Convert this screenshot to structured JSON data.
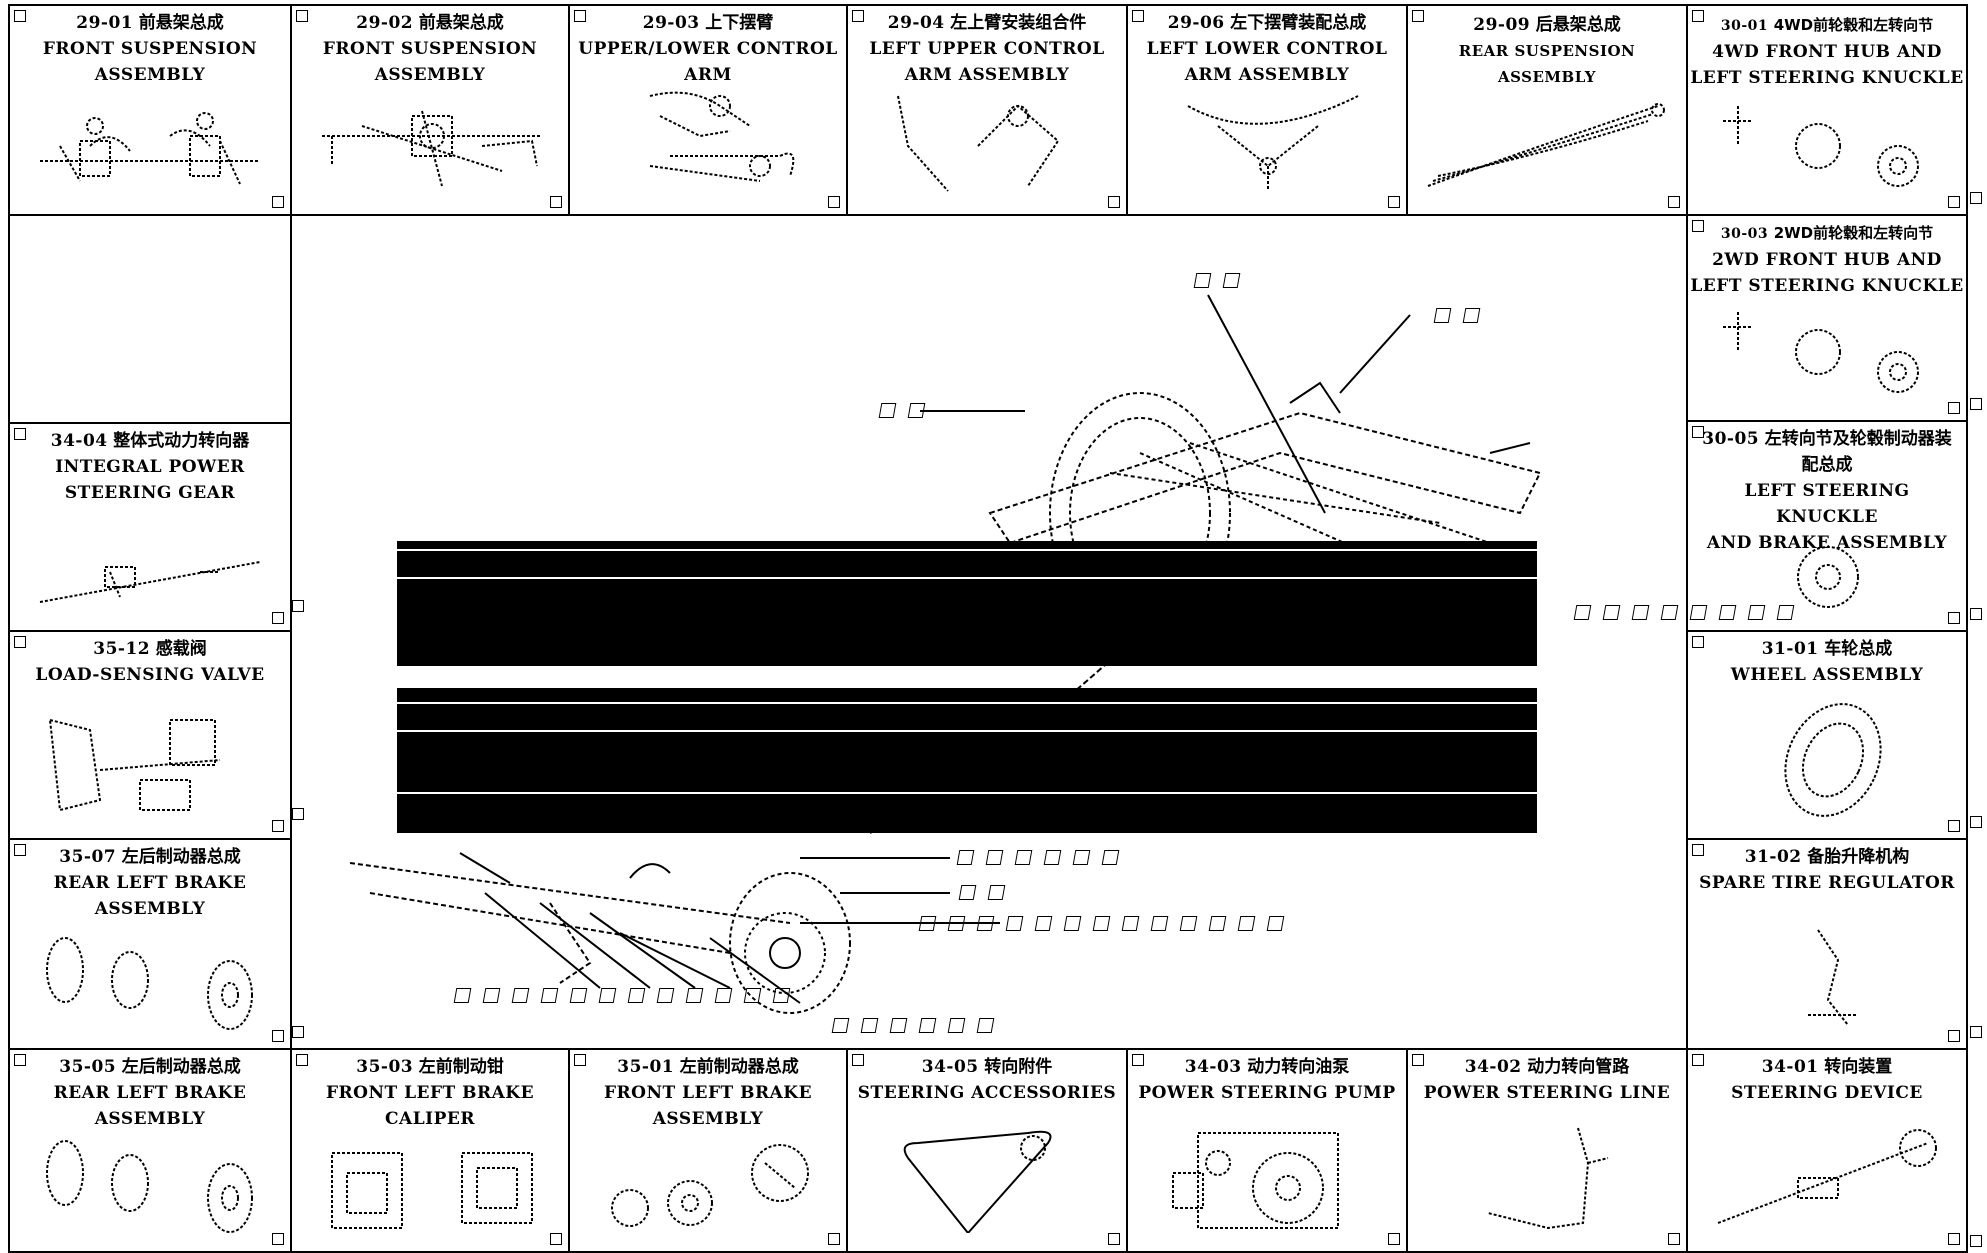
{
  "parts": [
    {
      "id": "c1",
      "num": "29-01",
      "cn": "前悬架总成",
      "en": [
        "FRONT SUSPENSION",
        "ASSEMBLY"
      ]
    },
    {
      "id": "c2",
      "num": "29-02",
      "cn": "前悬架总成",
      "en": [
        "FRONT SUSPENSION",
        "ASSEMBLY"
      ]
    },
    {
      "id": "c3",
      "num": "29-03",
      "cn": "上下摆臂",
      "en": [
        "UPPER/LOWER CONTROL",
        "ARM"
      ]
    },
    {
      "id": "c4",
      "num": "29-04",
      "cn": "左上臂安装组合件",
      "en": [
        "LEFT UPPER CONTROL",
        "ARM ASSEMBLY"
      ]
    },
    {
      "id": "c5",
      "num": "29-06",
      "cn": "左下摆臂装配总成",
      "en": [
        "LEFT LOWER CONTROL",
        "ARM ASSEMBLY"
      ]
    },
    {
      "id": "c6",
      "num": "29-09",
      "cn": "后悬架总成",
      "en": [
        "REAR SUSPENSION ASSEMBLY"
      ]
    },
    {
      "id": "c7",
      "num": "30-01",
      "cn": "4WD前轮毂和左转向节",
      "en": [
        "4WD FRONT HUB AND",
        "LEFT STEERING KNUCKLE"
      ]
    },
    {
      "id": "r1",
      "num": "30-03",
      "cn": "2WD前轮毂和左转向节",
      "en": [
        "2WD FRONT HUB AND",
        "LEFT STEERING KNUCKLE"
      ]
    },
    {
      "id": "r2",
      "num": "30-05",
      "cn": "左转向节及轮毂制动器装配总成",
      "en": [
        "LEFT STEERING KNUCKLE",
        "AND BRAKE ASSEMBLY"
      ]
    },
    {
      "id": "r3",
      "num": "31-01",
      "cn": "车轮总成",
      "en": [
        "WHEEL ASSEMBLY"
      ]
    },
    {
      "id": "r4",
      "num": "31-02",
      "cn": "备胎升降机构",
      "en": [
        "SPARE TIRE REGULATOR"
      ]
    },
    {
      "id": "l1",
      "num": "34-04",
      "cn": "整体式动力转向器",
      "en": [
        "INTEGRAL POWER",
        "STEERING GEAR"
      ]
    },
    {
      "id": "l2",
      "num": "35-12",
      "cn": "感载阀",
      "en": [
        "LOAD-SENSING VALVE"
      ]
    },
    {
      "id": "l3",
      "num": "35-07",
      "cn": "左后制动器总成",
      "en": [
        "REAR LEFT BRAKE",
        "ASSEMBLY"
      ]
    },
    {
      "id": "b1",
      "num": "35-05",
      "cn": "左后制动器总成",
      "en": [
        "REAR LEFT BRAKE",
        "ASSEMBLY"
      ]
    },
    {
      "id": "b2",
      "num": "35-03",
      "cn": "左前制动钳",
      "en": [
        "FRONT LEFT BRAKE",
        "CALIPER"
      ]
    },
    {
      "id": "b3",
      "num": "35-01",
      "cn": "左前制动器总成",
      "en": [
        "FRONT LEFT BRAKE",
        "ASSEMBLY"
      ]
    },
    {
      "id": "b4",
      "num": "34-05",
      "cn": "转向附件",
      "en": [
        "STEERING ACCESSORIES"
      ]
    },
    {
      "id": "b5",
      "num": "34-03",
      "cn": "动力转向油泵",
      "en": [
        "POWER STEERING PUMP"
      ]
    },
    {
      "id": "b6",
      "num": "34-02",
      "cn": "动力转向管路",
      "en": [
        "POWER STEERING LINE"
      ]
    },
    {
      "id": "b7",
      "num": "34-01",
      "cn": "转向装置",
      "en": [
        "STEERING DEVICE"
      ]
    }
  ]
}
